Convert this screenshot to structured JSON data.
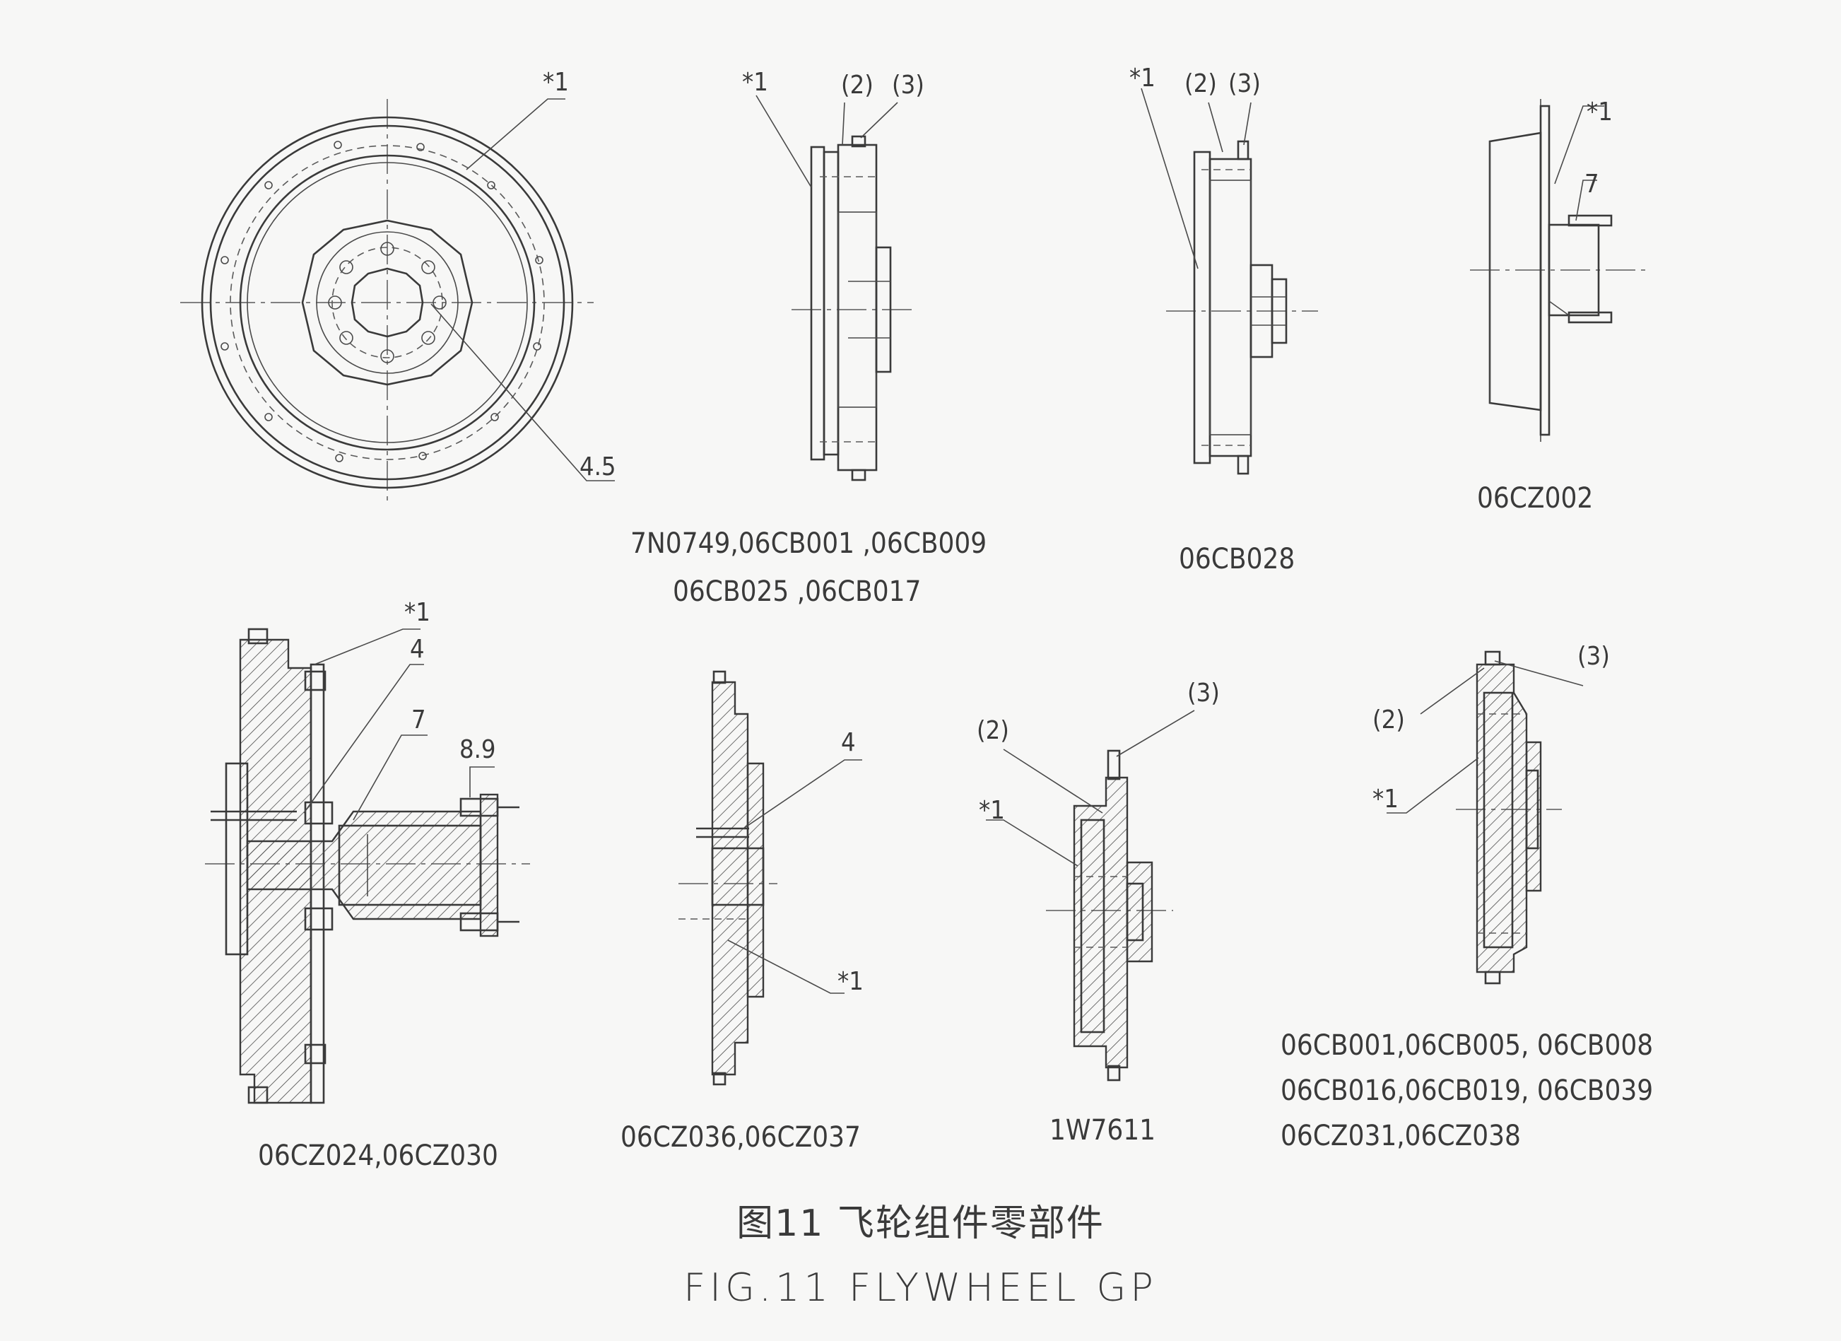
{
  "figure": {
    "caption_cn": "图11 飞轮组件零部件",
    "caption_en": "FIG.11 FLYWHEEL GP"
  },
  "views": [
    {
      "id": "front",
      "callouts": [
        "*1",
        "4.5"
      ],
      "model": ""
    },
    {
      "id": "side-a",
      "callouts": [
        "*1",
        "(2)",
        "(3)"
      ],
      "model_lines": [
        "7N0749,06CB001 ,06CB009",
        "06CB025 ,06CB017"
      ]
    },
    {
      "id": "side-b",
      "callouts": [
        "*1",
        "(2)",
        "(3)"
      ],
      "model_lines": [
        "06CB028"
      ]
    },
    {
      "id": "side-c",
      "callouts": [
        "*1",
        "7"
      ],
      "model_lines": [
        "06CZ002"
      ]
    },
    {
      "id": "section-d",
      "callouts": [
        "*1",
        "4",
        "7",
        "8.9"
      ],
      "model_lines": [
        "06CZ024,06CZ030"
      ]
    },
    {
      "id": "section-e",
      "callouts": [
        "4",
        "*1"
      ],
      "model_lines": [
        "06CZ036,06CZ037"
      ]
    },
    {
      "id": "section-f",
      "callouts": [
        "(2)",
        "(3)",
        "*1"
      ],
      "model_lines": [
        "1W7611"
      ]
    },
    {
      "id": "section-g",
      "callouts": [
        "(3)",
        "(2)",
        "*1"
      ],
      "model_lines": [
        "06CB001,06CB005, 06CB008",
        "06CB016,06CB019, 06CB039",
        "06CZ031,06CZ038"
      ]
    }
  ]
}
